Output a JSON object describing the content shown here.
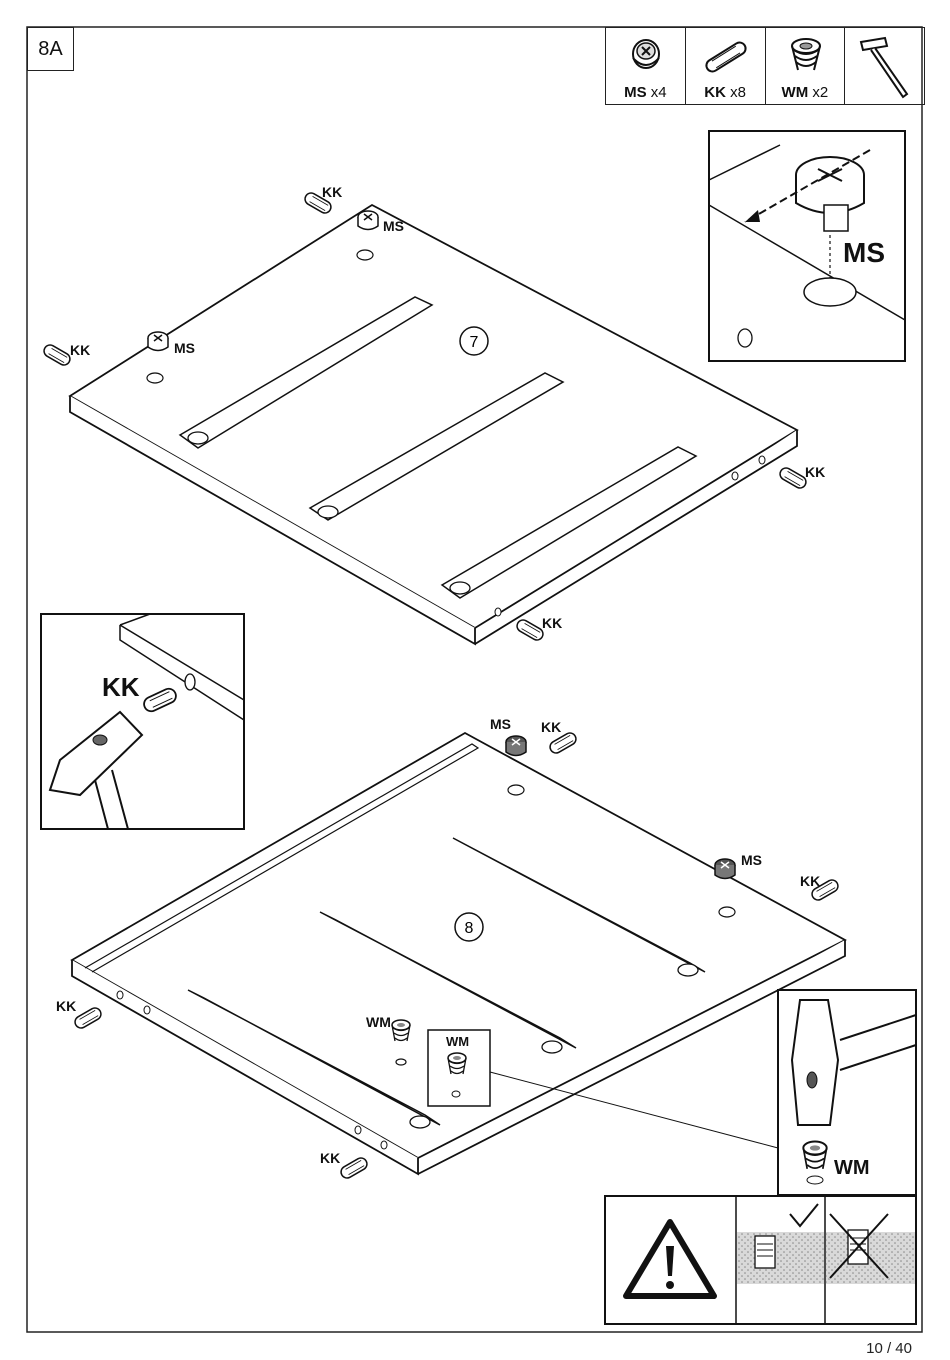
{
  "step": {
    "label": "8A"
  },
  "page": {
    "number": "10 / 40"
  },
  "parts": [
    {
      "code": "MS",
      "qty": "x4",
      "icon": "cam-lock-icon"
    },
    {
      "code": "KK",
      "qty": "x8",
      "icon": "wooden-dowel-icon"
    },
    {
      "code": "WM",
      "qty": "x2",
      "icon": "threaded-insert-icon"
    },
    {
      "code": "",
      "qty": "",
      "icon": "hammer-icon"
    }
  ],
  "panels": [
    {
      "number": "7"
    },
    {
      "number": "8"
    }
  ],
  "labels": {
    "ms": "MS",
    "kk": "KK",
    "wm": "WM"
  },
  "warning": {
    "icon": "warning-triangle-icon",
    "correct": "checkmark-icon",
    "wrong": "cross-icon"
  }
}
